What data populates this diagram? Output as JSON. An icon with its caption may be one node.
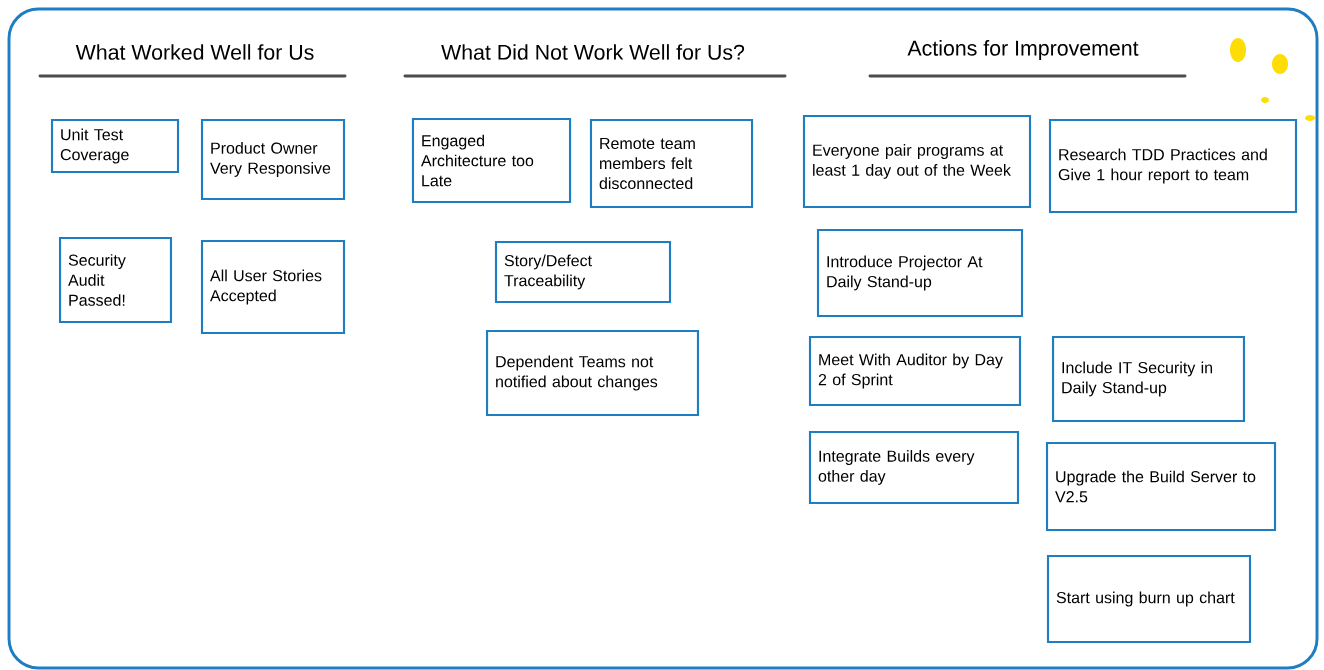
{
  "diagram": {
    "nodes": [
      {
        "text": [
          "Unit Test Coverage"
        ]
      },
      {
        "text": [
          "Product Owner Very Responsive"
        ]
      },
      {
        "text": [
          "Security Audit Passed!"
        ]
      },
      {
        "text": [
          "All User Stories Accepted"
        ]
      },
      {
        "text": [
          "Engaged Architecture too Late"
        ]
      },
      {
        "text": [
          "Remote team members felt disconnected"
        ]
      },
      {
        "text": [
          "Story/Defect Traceability"
        ]
      },
      {
        "text": [
          "Dependent Teams not notified about changes"
        ]
      },
      {
        "text": [
          "Everyone pair programs at least 1 day out of the Week"
        ]
      },
      {
        "text": [
          "Research TDD Practices and Give 1 hour report to team"
        ]
      },
      {
        "text": [
          "Introduce Projector At Daily Stand-up"
        ]
      },
      {
        "text": [
          "Meet With Auditor by Day 2 of Sprint"
        ]
      },
      {
        "text": [
          "Include IT Security in Daily Stand-up"
        ]
      },
      {
        "text": [
          "Integrate Builds every other day"
        ]
      },
      {
        "text": [
          "Upgrade the Build Server to V2.5"
        ]
      },
      {
        "text": [
          "Start using burn up chart"
        ]
      }
    ],
    "labels": [
      "What Worked Well for Us",
      "What Did Not Work Well for Us?",
      "Actions for Improvement"
    ]
  }
}
